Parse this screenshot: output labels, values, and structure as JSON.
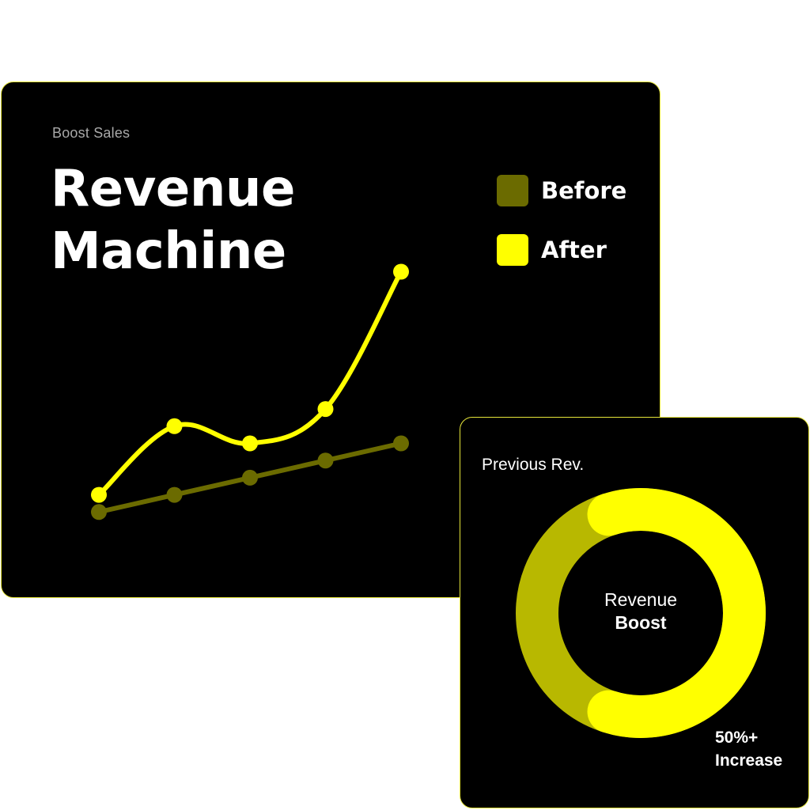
{
  "colors": {
    "card_bg": "#000000",
    "card_border": "#e6e63a",
    "before": "#6b6b00",
    "after": "#ffff00",
    "donut_previous": "#b8b800",
    "donut_boost": "#ffff00",
    "text": "#ffffff",
    "muted": "#a9a9a9"
  },
  "main_card": {
    "eyebrow": "Boost Sales",
    "title_line1": "Revenue",
    "title_line2": "Machine"
  },
  "donut_card": {
    "title": "Previous Rev.",
    "center_line1": "Revenue",
    "center_line2": "Boost",
    "note_line1": "50%+",
    "note_line2": "Increase"
  },
  "chart_data": [
    {
      "type": "line",
      "title": "Revenue Machine",
      "x": [
        1,
        2,
        3,
        4,
        5
      ],
      "ylim": [
        0,
        10
      ],
      "grid": false,
      "legend": "top-right",
      "series": [
        {
          "name": "Before",
          "values": [
            1.0,
            2.0,
            3.0,
            4.0,
            5.0
          ],
          "smooth": false
        },
        {
          "name": "After",
          "values": [
            2.0,
            6.0,
            5.0,
            7.0,
            15.0
          ],
          "smooth": true
        }
      ]
    },
    {
      "type": "pie",
      "donut": true,
      "labels": [
        "Previous Rev.",
        "Revenue Boost"
      ],
      "values": [
        40,
        60
      ]
    }
  ]
}
